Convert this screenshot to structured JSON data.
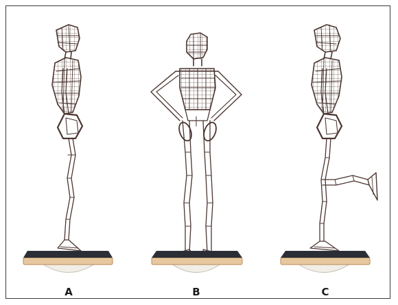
{
  "labels": {
    "a": "A",
    "b": "B",
    "c": "C"
  },
  "colors": {
    "wire": "#4a3530",
    "wire_light": "#8a7a74",
    "board_top": "#2b2e35",
    "board_wood": "#e7c79e",
    "board_edge": "#b88a56",
    "rocker": "#f1eee8"
  },
  "icons": {
    "figure_a": "wireframe-figure-side-view",
    "figure_b": "wireframe-figure-front-view",
    "figure_c": "wireframe-figure-side-leg-raised"
  }
}
